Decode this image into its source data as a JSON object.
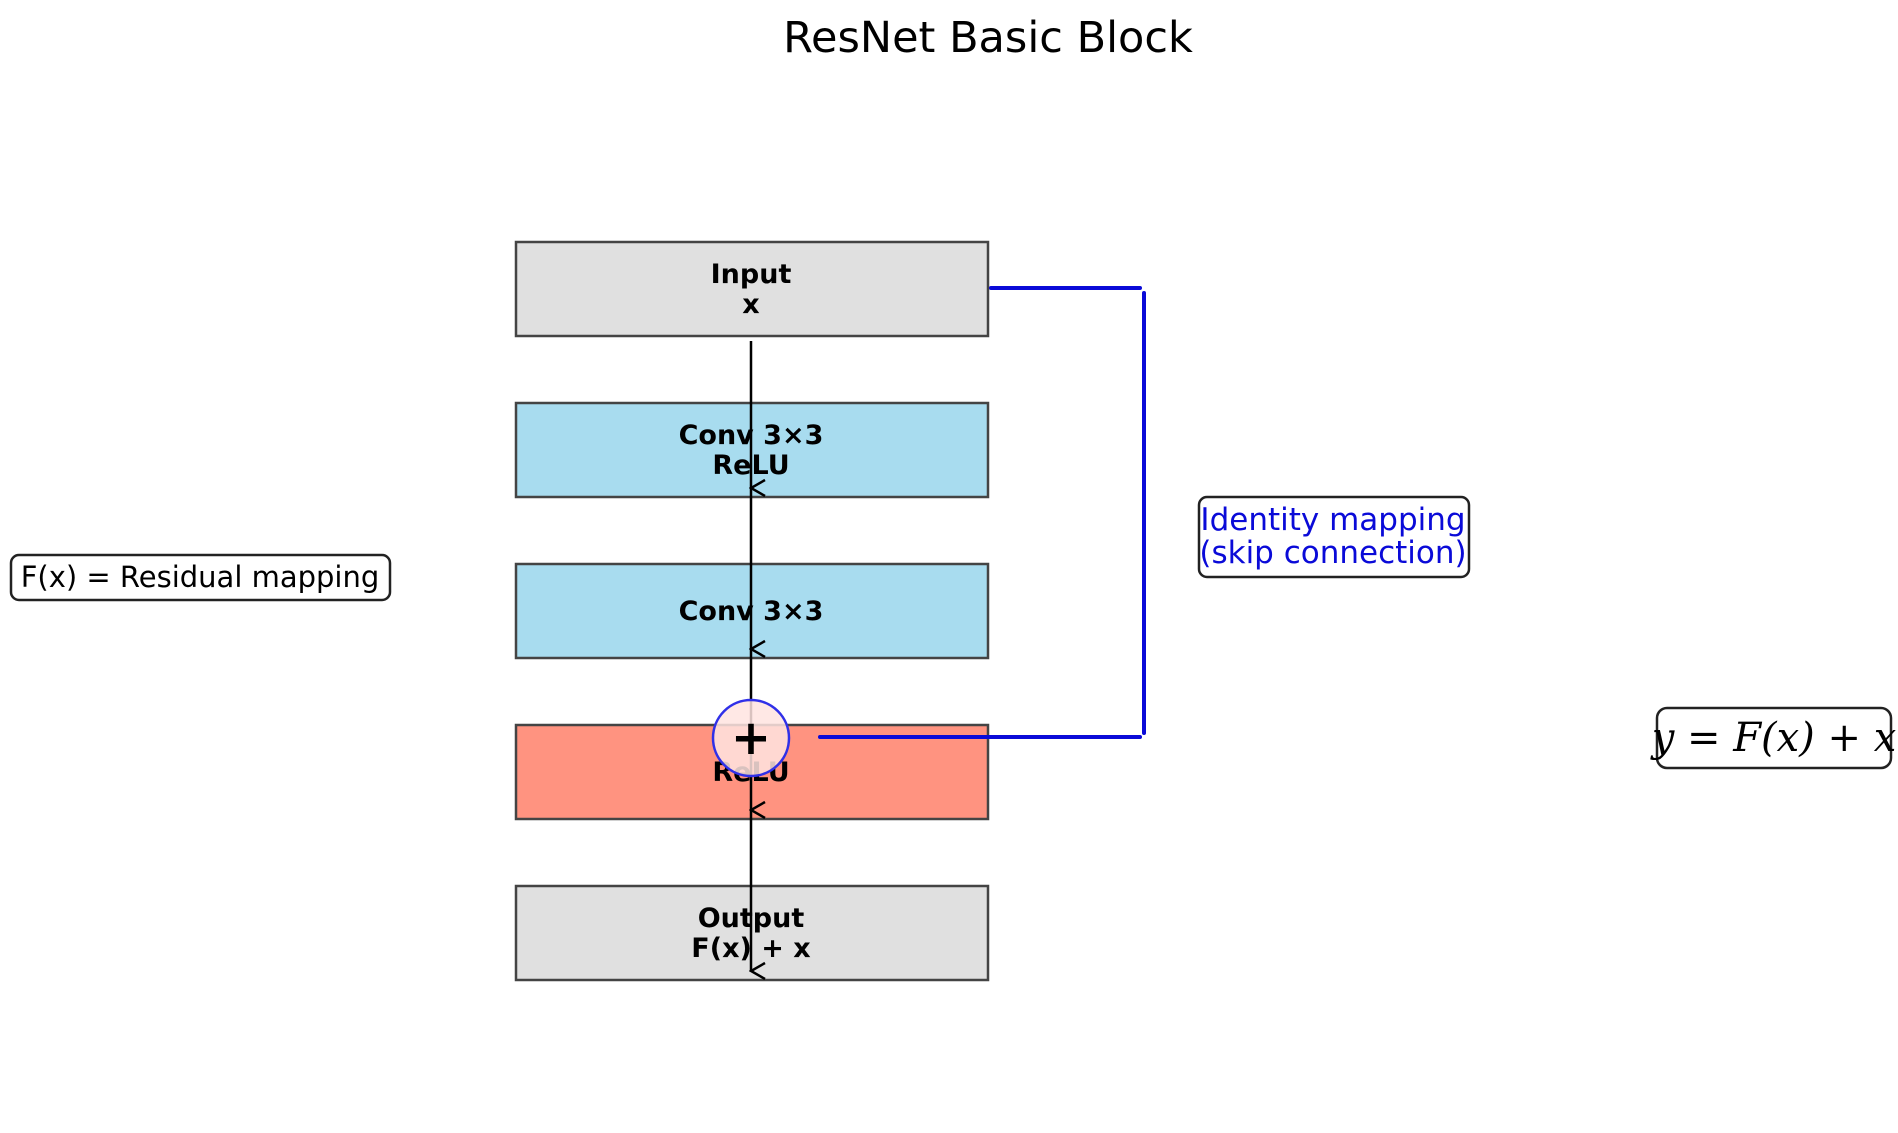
{
  "title": "ResNet Basic Block",
  "blocks": [
    {
      "line1": "Input",
      "line2": "x"
    },
    {
      "line1": "Conv 3×3",
      "line2": "ReLU"
    },
    {
      "line1": "Conv 3×3",
      "line2": ""
    },
    {
      "line1": "ReLU",
      "line2": ""
    },
    {
      "line1": "Output",
      "line2": "F(x) + x"
    }
  ],
  "adder_symbol": "+",
  "residual_label": "F(x) = Residual mapping",
  "skip_label": {
    "line1": "Identity mapping",
    "line2": "(skip connection)"
  },
  "formula": "y = F(x) + x",
  "colors": {
    "io_block": "#e0e0e0",
    "conv_block": "#a8dcef",
    "relu_block": "#ff9380",
    "skip_connection": "#0a0ad8",
    "adder_fill": "#ffe4e0",
    "adder_stroke": "#3030e8",
    "block_stroke": "#444444"
  }
}
